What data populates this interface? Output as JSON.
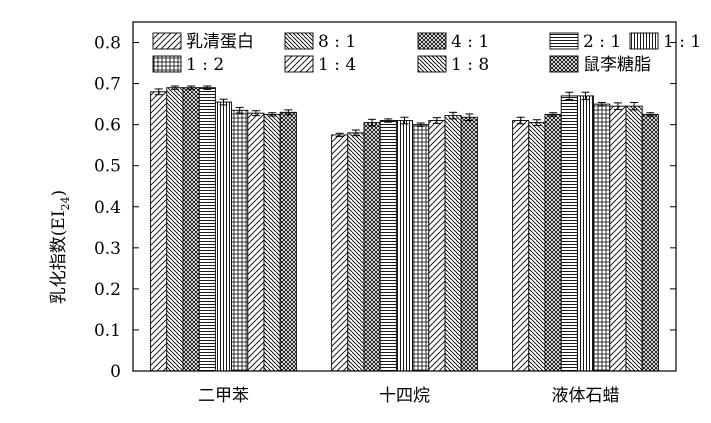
{
  "chart_data": {
    "type": "bar",
    "title": "",
    "xlabel": "",
    "ylabel": "乳化指数(EI",
    "ylabel_sub": "24",
    "ylabel_close": ")",
    "ylim": [
      0,
      0.85
    ],
    "yticks": [
      "0",
      "0.1",
      "0.2",
      "0.3",
      "0.4",
      "0.5",
      "0.6",
      "0.7",
      "0.8"
    ],
    "grid": false,
    "legend_position": "top-left-inside",
    "categories": [
      "二甲苯",
      "十四烷",
      "液体石蜡"
    ],
    "series": [
      {
        "name": "乳清蛋白",
        "pattern": "diag-wide",
        "values": [
          0.68,
          0.575,
          0.61
        ],
        "errors": [
          0.007,
          0.004,
          0.008
        ]
      },
      {
        "name": "8 : 1",
        "pattern": "diag-dense",
        "values": [
          0.69,
          0.58,
          0.605
        ],
        "errors": [
          0.004,
          0.007,
          0.007
        ]
      },
      {
        "name": "4 : 1",
        "pattern": "crosshatch",
        "values": [
          0.69,
          0.605,
          0.625
        ],
        "errors": [
          0.004,
          0.008,
          0.004
        ]
      },
      {
        "name": "2 : 1",
        "pattern": "horizontal",
        "values": [
          0.69,
          0.61,
          0.67
        ],
        "errors": [
          0.004,
          0.004,
          0.009
        ]
      },
      {
        "name": "1 : 1",
        "pattern": "vertical",
        "values": [
          0.655,
          0.61,
          0.67
        ],
        "errors": [
          0.007,
          0.008,
          0.009
        ]
      },
      {
        "name": "1 : 2",
        "pattern": "grid",
        "values": [
          0.635,
          0.6,
          0.65
        ],
        "errors": [
          0.007,
          0.004,
          0.004
        ]
      },
      {
        "name": "1 : 4",
        "pattern": "diag-wide",
        "values": [
          0.628,
          0.61,
          0.645
        ],
        "errors": [
          0.006,
          0.007,
          0.008
        ]
      },
      {
        "name": "1 : 8",
        "pattern": "diag-dense",
        "values": [
          0.625,
          0.622,
          0.645
        ],
        "errors": [
          0.004,
          0.008,
          0.009
        ]
      },
      {
        "name": "鼠李糖脂",
        "pattern": "crosshatch",
        "values": [
          0.63,
          0.618,
          0.625
        ],
        "errors": [
          0.006,
          0.008,
          0.004
        ]
      }
    ]
  }
}
